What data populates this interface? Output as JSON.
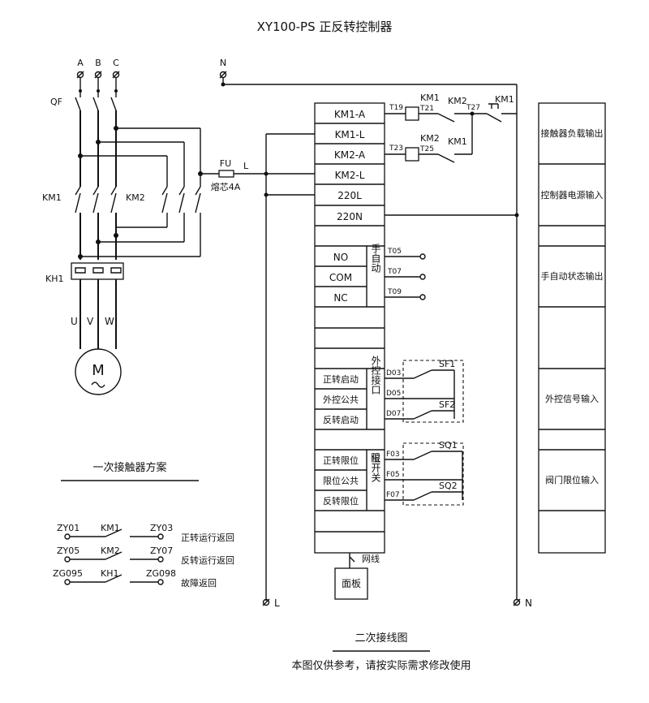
{
  "title": "XY100-PS 正反转控制器",
  "primary": {
    "phases": [
      "A",
      "B",
      "C"
    ],
    "neutral": "N",
    "qf": "QF",
    "km1": "KM1",
    "km2": "KM2",
    "kh1": "KH1",
    "outputs": [
      "U",
      "V",
      "W"
    ],
    "motor": "M",
    "fuse": "FU",
    "fuse_spec": "熔芯4A",
    "line_label": "L"
  },
  "terminal_block": {
    "rows": [
      "KM1-A",
      "KM1-L",
      "KM2-A",
      "KM2-L",
      "220L",
      "220N"
    ],
    "manual_auto": {
      "items": [
        "NO",
        "COM",
        "NC"
      ],
      "group": "手自动",
      "terminals": [
        "T05",
        "T07",
        "T09"
      ]
    },
    "external": {
      "items": [
        "正转启动",
        "外控公共",
        "反转启动"
      ],
      "group": "外控接口",
      "terminals": [
        "D03",
        "D05",
        "D07"
      ],
      "switches": [
        "SF1",
        "SF2"
      ]
    },
    "limit": {
      "items": [
        "正转限位",
        "限位公共",
        "反转限位"
      ],
      "group": "位开关",
      "prefix": "限",
      "terminals": [
        "F03",
        "F05",
        "F07"
      ],
      "switches": [
        "SQ1",
        "SQ2"
      ]
    },
    "cable": "网线",
    "panel": "面板"
  },
  "coil_circuit": {
    "terminals": [
      "T19",
      "T21",
      "T27",
      "T23",
      "T25"
    ],
    "labels": [
      "KM1",
      "KM2",
      "KM1",
      "KM2",
      "KM1"
    ]
  },
  "right_column": [
    "接触器负载输出",
    "控制器电源输入",
    "手自动状态输出",
    "外控信号输入",
    "阀门限位输入"
  ],
  "bottom_labels": {
    "left": "L",
    "right": "N"
  },
  "scheme": {
    "title": "一次接触器方案",
    "rows": [
      {
        "left": "ZY01",
        "contact": "KM1",
        "right": "ZY03",
        "desc": "正转运行返回"
      },
      {
        "left": "ZY05",
        "contact": "KM2",
        "right": "ZY07",
        "desc": "反转运行返回"
      },
      {
        "left": "ZG095",
        "contact": "KH1",
        "right": "ZG098",
        "desc": "故障返回"
      }
    ]
  },
  "secondary_caption": "二次接线图",
  "footer_note": "本图仅供参考，请按实际需求修改使用"
}
